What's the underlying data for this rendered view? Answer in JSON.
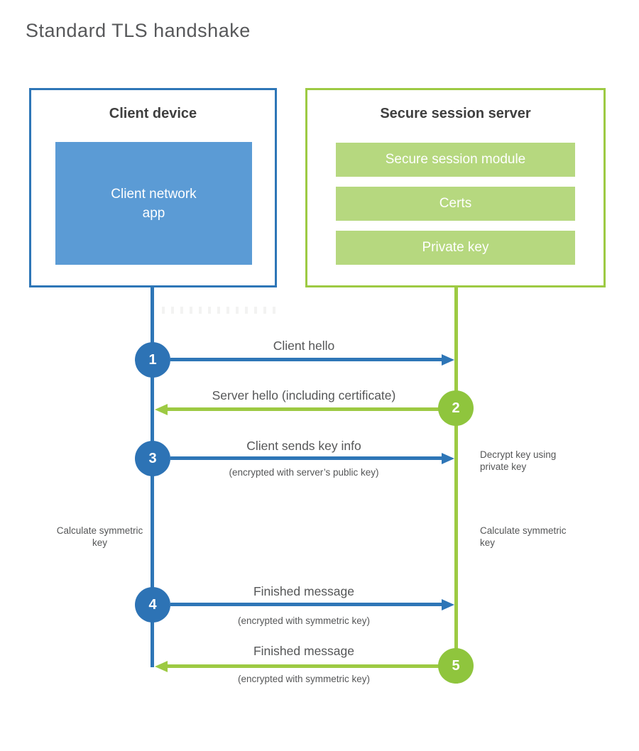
{
  "title": "Standard TLS handshake",
  "colors": {
    "blue_stroke": "#2e76b7",
    "blue_circle": "#2d73b5",
    "blue_fill": "#5b9bd5",
    "green_stroke": "#9dca43",
    "green_circle": "#8fc53d",
    "green_fill": "#b6d87f",
    "heading_text": "#3f3f3f",
    "label_text": "#555657"
  },
  "client": {
    "heading": "Client device",
    "module": "Client network app"
  },
  "server": {
    "heading": "Secure session server",
    "modules": [
      "Secure session module",
      "Certs",
      "Private key"
    ]
  },
  "steps": [
    {
      "number": "1",
      "from": "client",
      "direction": "right",
      "label": "Client hello",
      "sublabel": ""
    },
    {
      "number": "2",
      "from": "server",
      "direction": "left",
      "label": "Server hello (including certificate)",
      "sublabel": ""
    },
    {
      "number": "3",
      "from": "client",
      "direction": "right",
      "label": "Client sends key info",
      "sublabel": "(encrypted with server’s public key)"
    },
    {
      "number": "4",
      "from": "client",
      "direction": "right",
      "label": "Finished message",
      "sublabel": "(encrypted with symmetric key)"
    },
    {
      "number": "5",
      "from": "server",
      "direction": "left",
      "label": "Finished message",
      "sublabel": "(encrypted with symmetric key)"
    }
  ],
  "notes": {
    "decrypt": "Decrypt key using private key",
    "calc_left": "Calculate symmetric key",
    "calc_right": "Calculate symmetric key"
  }
}
